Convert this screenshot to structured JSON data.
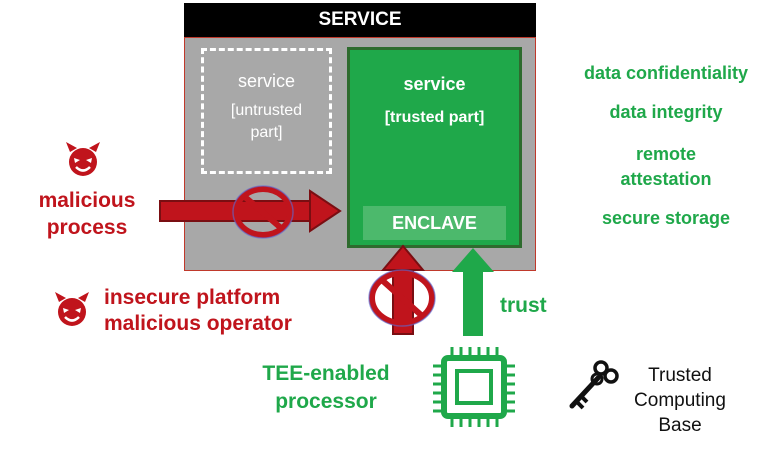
{
  "service": {
    "header": "SERVICE",
    "untrusted": {
      "title": "service",
      "sub_line1": "[untrusted",
      "sub_line2": "part]"
    },
    "trusted": {
      "title": "service",
      "sub": "[trusted part]"
    },
    "enclave": "ENCLAVE"
  },
  "properties": [
    "data confidentiality",
    "data integrity",
    "remote",
    "attestation",
    "secure storage"
  ],
  "threats": {
    "process_line1": "malicious",
    "process_line2": "process",
    "platform_line1": "insecure platform",
    "platform_line2": "malicious operator"
  },
  "trust_label": "trust",
  "processor": {
    "line1": "TEE-enabled",
    "line2": "processor"
  },
  "tcb": {
    "line1": "Trusted",
    "line2": "Computing",
    "line3": "Base"
  },
  "colors": {
    "green": "#1fa84a",
    "red": "#c0141c",
    "dark_green": "#2e6b2e",
    "gray": "#a8a8a8"
  },
  "icons": [
    "devil-icon",
    "prohibited-icon",
    "chip-icon",
    "key-icon"
  ]
}
